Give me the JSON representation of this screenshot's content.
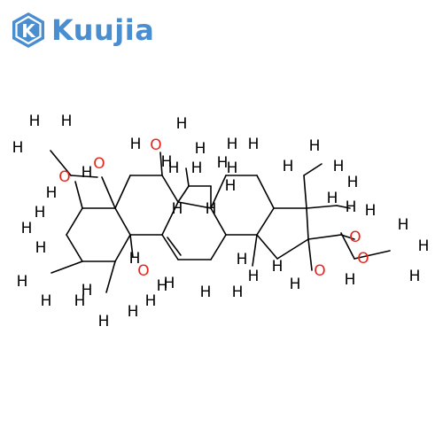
{
  "brand": {
    "name": "Kuujia",
    "color": "#4a8ecf",
    "icon": "k-hexagon-logo-icon"
  },
  "molecule": {
    "bond_color": "#000000",
    "hydrogen_color": "#000000",
    "oxygen_color": "#e8231b",
    "element_labels": {
      "hydrogen": "H",
      "oxygen": "O"
    }
  }
}
